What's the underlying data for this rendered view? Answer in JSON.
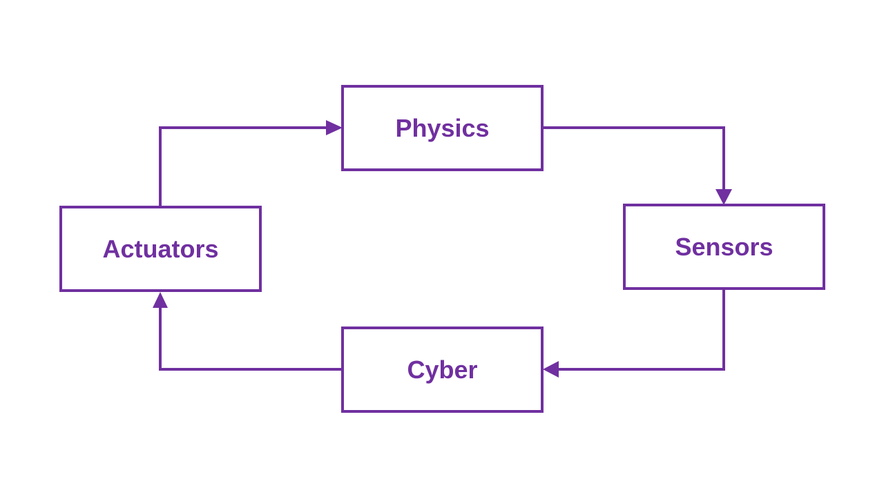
{
  "colors": {
    "stroke": "#7030a0",
    "text": "#7030a0",
    "background": "#ffffff"
  },
  "nodes": {
    "physics": "Physics",
    "sensors": "Sensors",
    "cyber": "Cyber",
    "actuators": "Actuators"
  },
  "edges": [
    {
      "from": "actuators",
      "to": "physics"
    },
    {
      "from": "physics",
      "to": "sensors"
    },
    {
      "from": "sensors",
      "to": "cyber"
    },
    {
      "from": "cyber",
      "to": "actuators"
    }
  ]
}
